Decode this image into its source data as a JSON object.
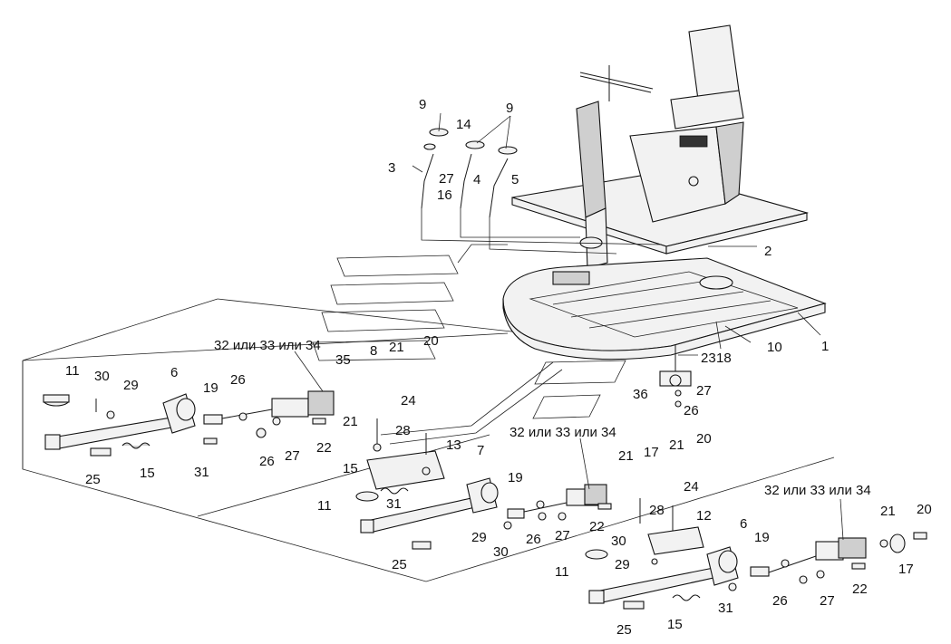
{
  "callouts": [
    {
      "id": "c1",
      "text": "1"
    },
    {
      "id": "c2",
      "text": "2"
    },
    {
      "id": "c3",
      "text": "3"
    },
    {
      "id": "c4",
      "text": "4"
    },
    {
      "id": "c5",
      "text": "5"
    },
    {
      "id": "c6a",
      "text": "6"
    },
    {
      "id": "c6b",
      "text": "6"
    },
    {
      "id": "c7",
      "text": "7"
    },
    {
      "id": "c8",
      "text": "8"
    },
    {
      "id": "c9a",
      "text": "9"
    },
    {
      "id": "c9b",
      "text": "9"
    },
    {
      "id": "c10",
      "text": "10"
    },
    {
      "id": "c11a",
      "text": "11"
    },
    {
      "id": "c11b",
      "text": "11"
    },
    {
      "id": "c11c",
      "text": "11"
    },
    {
      "id": "c12",
      "text": "12"
    },
    {
      "id": "c13",
      "text": "13"
    },
    {
      "id": "c14",
      "text": "14"
    },
    {
      "id": "c15a",
      "text": "15"
    },
    {
      "id": "c15b",
      "text": "15"
    },
    {
      "id": "c15c",
      "text": "15"
    },
    {
      "id": "c16",
      "text": "16"
    },
    {
      "id": "c17a",
      "text": "17"
    },
    {
      "id": "c17b",
      "text": "17"
    },
    {
      "id": "c18",
      "text": "18"
    },
    {
      "id": "c19a",
      "text": "19"
    },
    {
      "id": "c19b",
      "text": "19"
    },
    {
      "id": "c19c",
      "text": "19"
    },
    {
      "id": "c20a",
      "text": "20"
    },
    {
      "id": "c20b",
      "text": "20"
    },
    {
      "id": "c20c",
      "text": "20"
    },
    {
      "id": "c21a",
      "text": "21"
    },
    {
      "id": "c21b",
      "text": "21"
    },
    {
      "id": "c21c",
      "text": "21"
    },
    {
      "id": "c21d",
      "text": "21"
    },
    {
      "id": "c21e",
      "text": "21"
    },
    {
      "id": "c22a",
      "text": "22"
    },
    {
      "id": "c22b",
      "text": "22"
    },
    {
      "id": "c22c",
      "text": "22"
    },
    {
      "id": "c23",
      "text": "23"
    },
    {
      "id": "c24a",
      "text": "24"
    },
    {
      "id": "c24b",
      "text": "24"
    },
    {
      "id": "c25a",
      "text": "25"
    },
    {
      "id": "c25b",
      "text": "25"
    },
    {
      "id": "c25c",
      "text": "25"
    },
    {
      "id": "c26a",
      "text": "26"
    },
    {
      "id": "c26b",
      "text": "26"
    },
    {
      "id": "c26c",
      "text": "26"
    },
    {
      "id": "c26d",
      "text": "26"
    },
    {
      "id": "c26e",
      "text": "26"
    },
    {
      "id": "c27a",
      "text": "27"
    },
    {
      "id": "c27b",
      "text": "27"
    },
    {
      "id": "c27c",
      "text": "27"
    },
    {
      "id": "c27d",
      "text": "27"
    },
    {
      "id": "c27e",
      "text": "27"
    },
    {
      "id": "c28a",
      "text": "28"
    },
    {
      "id": "c28b",
      "text": "28"
    },
    {
      "id": "c29a",
      "text": "29"
    },
    {
      "id": "c29b",
      "text": "29"
    },
    {
      "id": "c29c",
      "text": "29"
    },
    {
      "id": "c30a",
      "text": "30"
    },
    {
      "id": "c30b",
      "text": "30"
    },
    {
      "id": "c30c",
      "text": "30"
    },
    {
      "id": "c31a",
      "text": "31"
    },
    {
      "id": "c31b",
      "text": "31"
    },
    {
      "id": "c31c",
      "text": "31"
    },
    {
      "id": "c32a",
      "text": "32 или 33 или 34"
    },
    {
      "id": "c32b",
      "text": "32 или 33 или 34"
    },
    {
      "id": "c32c",
      "text": "32 или 33 или 34"
    },
    {
      "id": "c35",
      "text": "35"
    },
    {
      "id": "c36",
      "text": "36"
    }
  ]
}
